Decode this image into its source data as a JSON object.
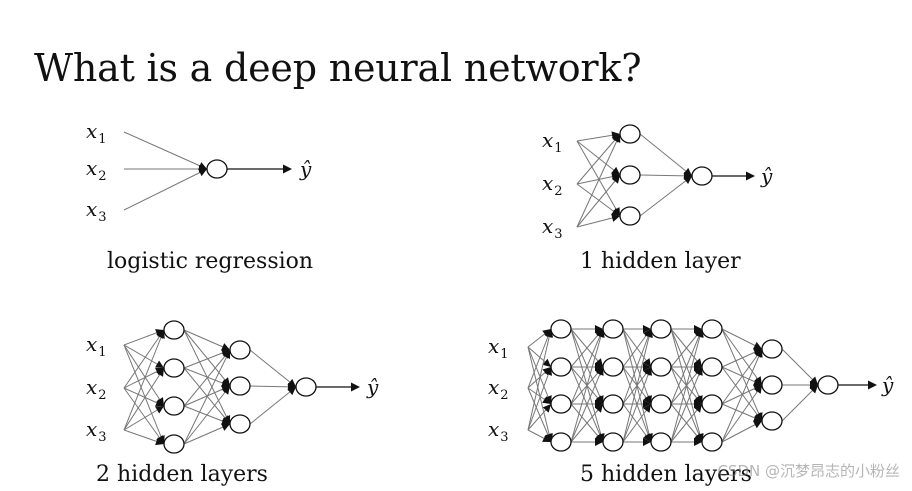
{
  "title": "What is a deep neural network?",
  "input_label": "x",
  "input_subscripts": [
    "1",
    "2",
    "3"
  ],
  "output_label": "ŷ",
  "diagrams": [
    {
      "caption": "logistic regression",
      "hidden_layers": []
    },
    {
      "caption": "1 hidden layer",
      "hidden_layers": [
        3
      ]
    },
    {
      "caption": "2 hidden layers",
      "hidden_layers": [
        4,
        3
      ]
    },
    {
      "caption": "5 hidden layers",
      "hidden_layers": [
        4,
        4,
        4,
        4,
        3
      ]
    }
  ],
  "watermark": "CSDN @沉梦昂志的小粉丝"
}
